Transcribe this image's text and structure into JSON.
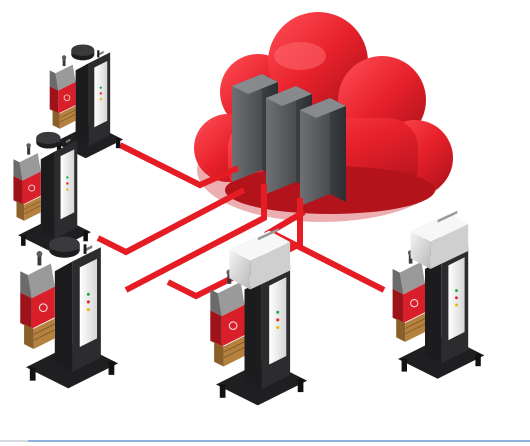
{
  "illustration": {
    "subject": "cloud-connected-machines",
    "colors": {
      "cloud_red": "#e8212b",
      "cloud_red_dark": "#b6131b",
      "cloud_red_light": "#ff4a52",
      "link_red": "#e51c24",
      "server_gray": "#5b5d61",
      "machine_body": "#2b2b2d",
      "machine_panel": "#f2f2f2",
      "machine_red": "#d81f2a",
      "machine_wood": "#b5813f"
    },
    "server_count": 3,
    "machine_count": 5
  }
}
